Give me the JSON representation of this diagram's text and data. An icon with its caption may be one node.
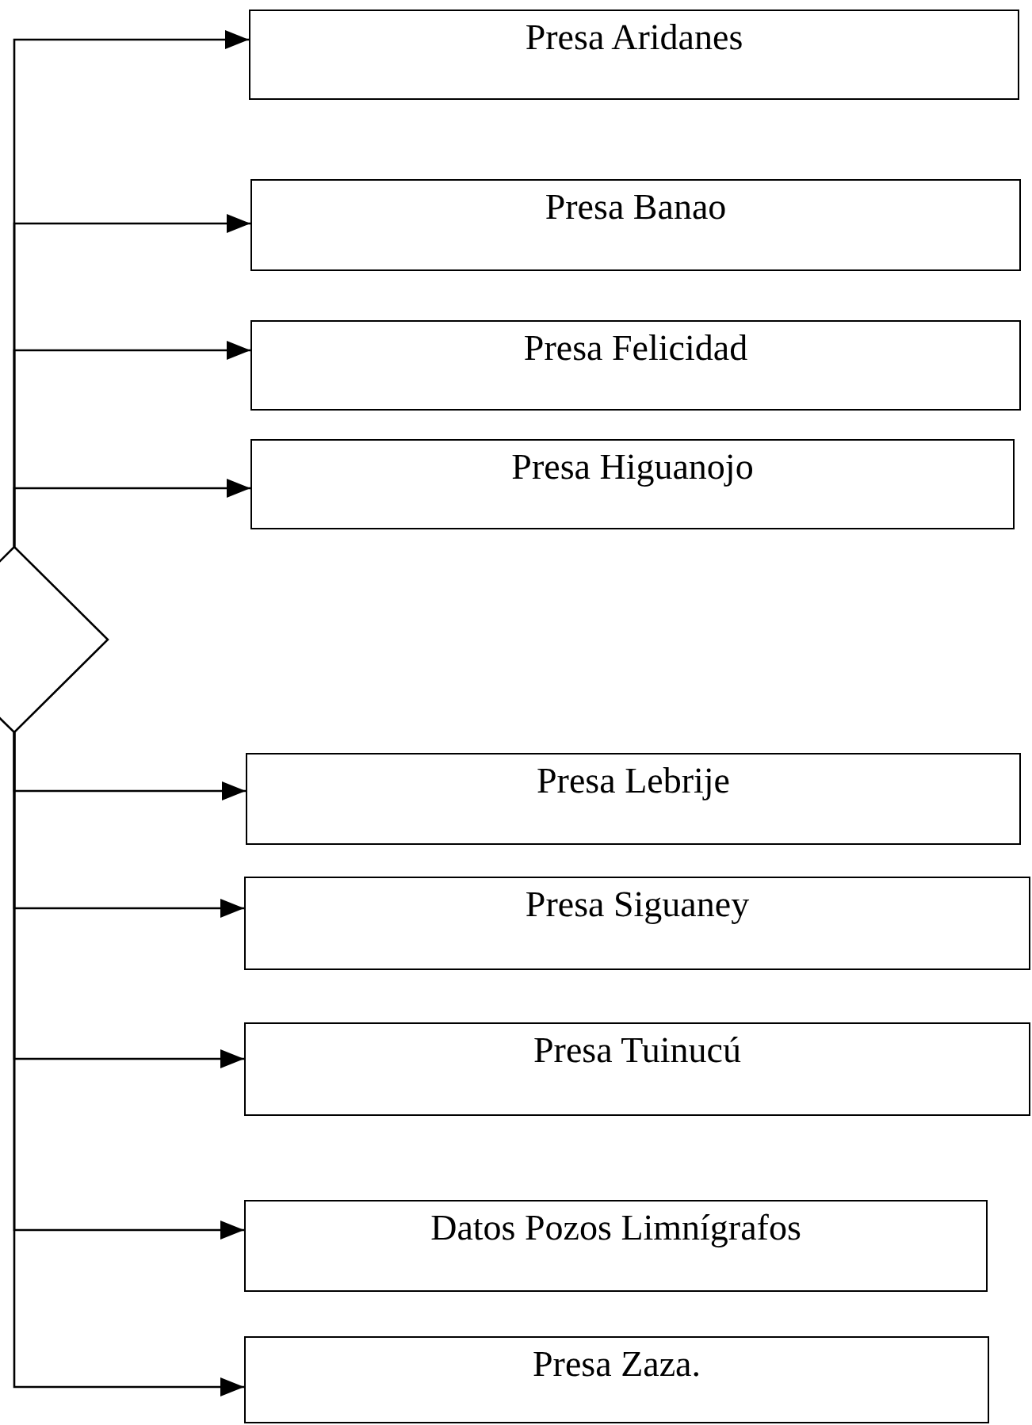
{
  "diagram": {
    "nodes": [
      {
        "text": [],
        "shape": "diamond"
      },
      {
        "text": [
          "Presa Aridanes"
        ]
      },
      {
        "text": [
          "Presa Banao"
        ]
      },
      {
        "text": [
          "Presa Felicidad"
        ]
      },
      {
        "text": [
          "Presa Higuanojo"
        ]
      },
      {
        "text": [
          "Presa Lebrije"
        ]
      },
      {
        "text": [
          "Presa Siguaney"
        ]
      },
      {
        "text": [
          "Presa Tuinucú"
        ]
      },
      {
        "text": [
          "Datos Pozos Limnígrafos"
        ]
      },
      {
        "text": [
          "Presa Zaza."
        ]
      }
    ],
    "edges": [
      {
        "from": 0,
        "to": 1,
        "arrow": "to"
      },
      {
        "from": 0,
        "to": 2,
        "arrow": "to"
      },
      {
        "from": 0,
        "to": 3,
        "arrow": "to"
      },
      {
        "from": 0,
        "to": 4,
        "arrow": "to"
      },
      {
        "from": 0,
        "to": 5,
        "arrow": "to"
      },
      {
        "from": 0,
        "to": 6,
        "arrow": "to"
      },
      {
        "from": 0,
        "to": 7,
        "arrow": "to"
      },
      {
        "from": 0,
        "to": 8,
        "arrow": "to"
      },
      {
        "from": 0,
        "to": 9,
        "arrow": "to"
      }
    ]
  }
}
